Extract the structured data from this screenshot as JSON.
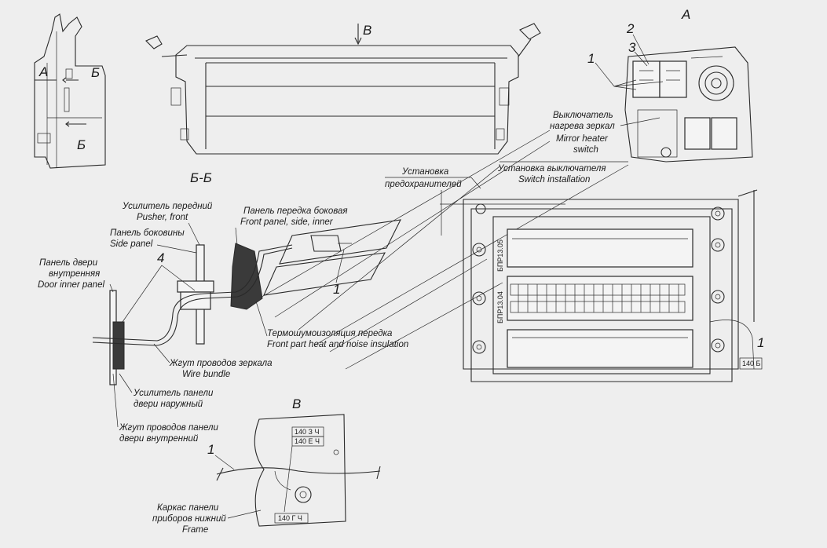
{
  "labels": {
    "view_a": "A",
    "arrow_b_top": "B",
    "section_bb": "Б-Б",
    "view_b_bottom": "B",
    "left_a": "A",
    "left_b1": "Б",
    "left_b2": "Б",
    "num_1_top": "1",
    "num_2": "2",
    "num_3": "3",
    "num_4": "4",
    "num_1_mid": "1",
    "num_1_right": "1",
    "num_1_bottom": "1"
  },
  "callouts": {
    "mirror_heater_ru1": "Выключатель",
    "mirror_heater_ru2": "нагрева зеркал",
    "mirror_heater_en1": "Mirror heater",
    "mirror_heater_en2": "switch",
    "fuse_install_ru1": "Установка",
    "fuse_install_ru2": "предохранителей",
    "switch_install_ru": "Установка выключателя",
    "switch_install_en": "Switch installation",
    "pusher_ru": "Усилитель передний",
    "pusher_en": "Pusher, front",
    "side_panel_ru": "Панель боковины",
    "side_panel_en": "Side panel",
    "door_inner_ru1": "Панель двери",
    "door_inner_ru2": "внутренняя",
    "door_inner_en": "Door inner panel",
    "front_panel_ru": "Панель передка боковая",
    "front_panel_en": "Front panel, side, inner",
    "insulation_ru": "Термошумоизоляция передка",
    "insulation_en": "Front part heat and noise insulation",
    "wire_bundle_ru": "Жгут проводов зеркала",
    "wire_bundle_en": "Wire bundle",
    "door_outer_ru1": "Усилитель панели",
    "door_outer_ru2": "двери наружный",
    "door_harness_ru1": "Жгут проводов панели",
    "door_harness_ru2": "двери внутренний",
    "frame_ru1": "Каркас панели",
    "frame_ru2": "приборов нижний",
    "frame_en": "Frame"
  },
  "tags": {
    "tag_140_b": "140 Б",
    "tag_140_z": "140 З Ч",
    "tag_140_e": "140 Е Ч",
    "tag_140_g": "140 Г Ч",
    "fuse_block_1": "БПР13.05",
    "fuse_block_2": "БПР13.04"
  }
}
